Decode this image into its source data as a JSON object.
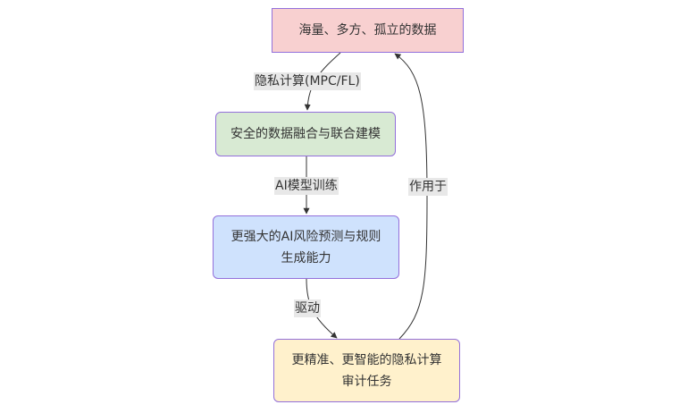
{
  "diagram": {
    "type": "flowchart",
    "nodes": [
      {
        "id": "data",
        "lines": [
          "海量、多方、孤立的数据"
        ],
        "fill": "#f8d0d0"
      },
      {
        "id": "fusion",
        "lines": [
          "安全的数据融合与联合建模"
        ],
        "fill": "#d8ead3"
      },
      {
        "id": "ai",
        "lines": [
          "更强大的AI风险预测与规则",
          "生成能力"
        ],
        "fill": "#cfe2fd"
      },
      {
        "id": "audit",
        "lines": [
          "更精准、更智能的隐私计算",
          "审计任务"
        ],
        "fill": "#fff1cc"
      }
    ],
    "edges": [
      {
        "from": "data",
        "to": "fusion",
        "label": "隐私计算(MPC/FL)"
      },
      {
        "from": "fusion",
        "to": "ai",
        "label": "AI模型训练"
      },
      {
        "from": "ai",
        "to": "audit",
        "label": "驱动"
      },
      {
        "from": "audit",
        "to": "data",
        "label": "作用于"
      }
    ],
    "colors": {
      "node_border": "#9370db",
      "edge": "#333333",
      "edge_label_bg": "#e8e8e8",
      "text": "#333333"
    }
  }
}
